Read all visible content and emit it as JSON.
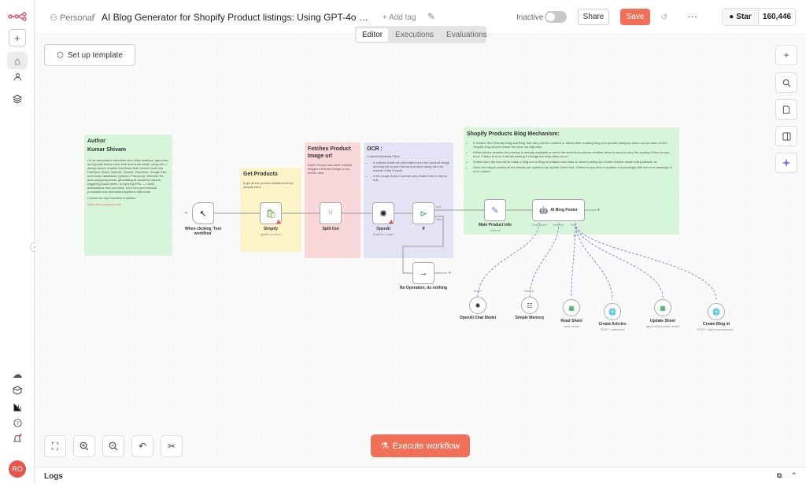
{
  "header": {
    "workspace": "Personal",
    "title": "AI Blog Generator for Shopify Product listings:  Using GPT-4o and Google...",
    "add_tag": "+ Add tag",
    "status": "Inactive",
    "share": "Share",
    "save": "Save",
    "github_star": "Star",
    "github_count": "160,446"
  },
  "tabs": [
    {
      "label": "Editor"
    },
    {
      "label": "Executions"
    },
    {
      "label": "Evaluations"
    }
  ],
  "canvas": {
    "setup_template": "Set up template",
    "execute": "Execute workflow"
  },
  "logs": {
    "title": "Logs"
  },
  "user": {
    "initials": "RO"
  },
  "notes": {
    "author": {
      "heading1": "Author",
      "heading2": "Kumar Shivam",
      "body": "I'm an automation specialist who helps startups, agencies, and growth teams save time and scale faster using n8n. I design smart, reliable workflows that connect tools like HubSpot, Slack, OpenAI, Claude, Pipedrive, Google Ads, and vector databases (Qdrant, Pinecone). Whether it's auto-assigning leads, generating AI-powered reports, triggering Slack alerts, or syncing APIs — I build automations that just work. Let's turn your manual processes into automated systems that scale.",
      "contact": "Contact for any business enquiries -",
      "link": "https://kumarshivam.link"
    },
    "products": {
      "heading": "Get Products",
      "body": "It get all the product details from the shopify store"
    },
    "fetch": {
      "heading": "Fetches Product Image url",
      "body": "Each Product can have multiple images it fetches image url for further step."
    },
    "ocr": {
      "heading": "OCR :",
      "sub": "Collects Nutrients Facts",
      "b1": "It collects Nutrients information from the product image and outputs in json format and send along the true branch of the If node.",
      "b2": "If the image doesn't contain any related info it returns null."
    },
    "mech": {
      "heading": "Shopify Products Blog Mechanism:",
      "b1": "It creates Seo Friendly Blog and Blog Title and post the content or article after creating blog of a specific category which can be seen on the Shopify blog section inside the store via http calls.",
      "b2": "It first checks whether the product is already available or not in the sheet then checks whether there is need to retry the posting if there is any error. If there is error it retries posting it change the retry value as no.",
      "b3": "It takes two http tool call to make a blog one is Blog id creation and other is article posting via Create Articles inside that particular Id.",
      "b4": "Once the blog is posted all the details are updated via Update Sheet tool. If there is any error it updates it accordingly with the error message in error column"
    }
  },
  "nodes": {
    "trigger": {
      "label": "When clicking 'Test workflow'"
    },
    "shopify": {
      "label": "Shopify",
      "sub": "getAll: product"
    },
    "split": {
      "label": "Split Out"
    },
    "openai": {
      "label": "OpenAI",
      "sub": "analyze: image"
    },
    "if": {
      "label": "If",
      "true": "true",
      "false": "false"
    },
    "noop": {
      "label": "No Operation, do nothing"
    },
    "mainpi": {
      "label": "Main Product info",
      "sub": "manual"
    },
    "agent": {
      "label": "AI Blog Poster",
      "ports": [
        "Chat Model*",
        "Memory",
        "Tool"
      ]
    },
    "chatmodel": {
      "label": "OpenAI Chat Model",
      "port": "Model"
    },
    "memory": {
      "label": "Simple Memory",
      "port": "Memory"
    },
    "readsheet": {
      "label": "Read Sheet",
      "sub": "read: sheet"
    },
    "createarticles": {
      "label": "Create Articles",
      "sub": "POST: undefined"
    },
    "updatesheet": {
      "label": "Update Sheet",
      "sub": "appendOrUpdate: sheet"
    },
    "createblog": {
      "label": "Create Blog id",
      "sub": "POST: https://ownershopi..."
    }
  },
  "colors": {
    "accent": "#f07157",
    "note_green": "#d6f5d9",
    "note_yellow": "#fdf3c8",
    "note_pink": "#fad7d9",
    "note_purple": "#e4e3f5",
    "ai_wire": "#8b7fd6"
  }
}
